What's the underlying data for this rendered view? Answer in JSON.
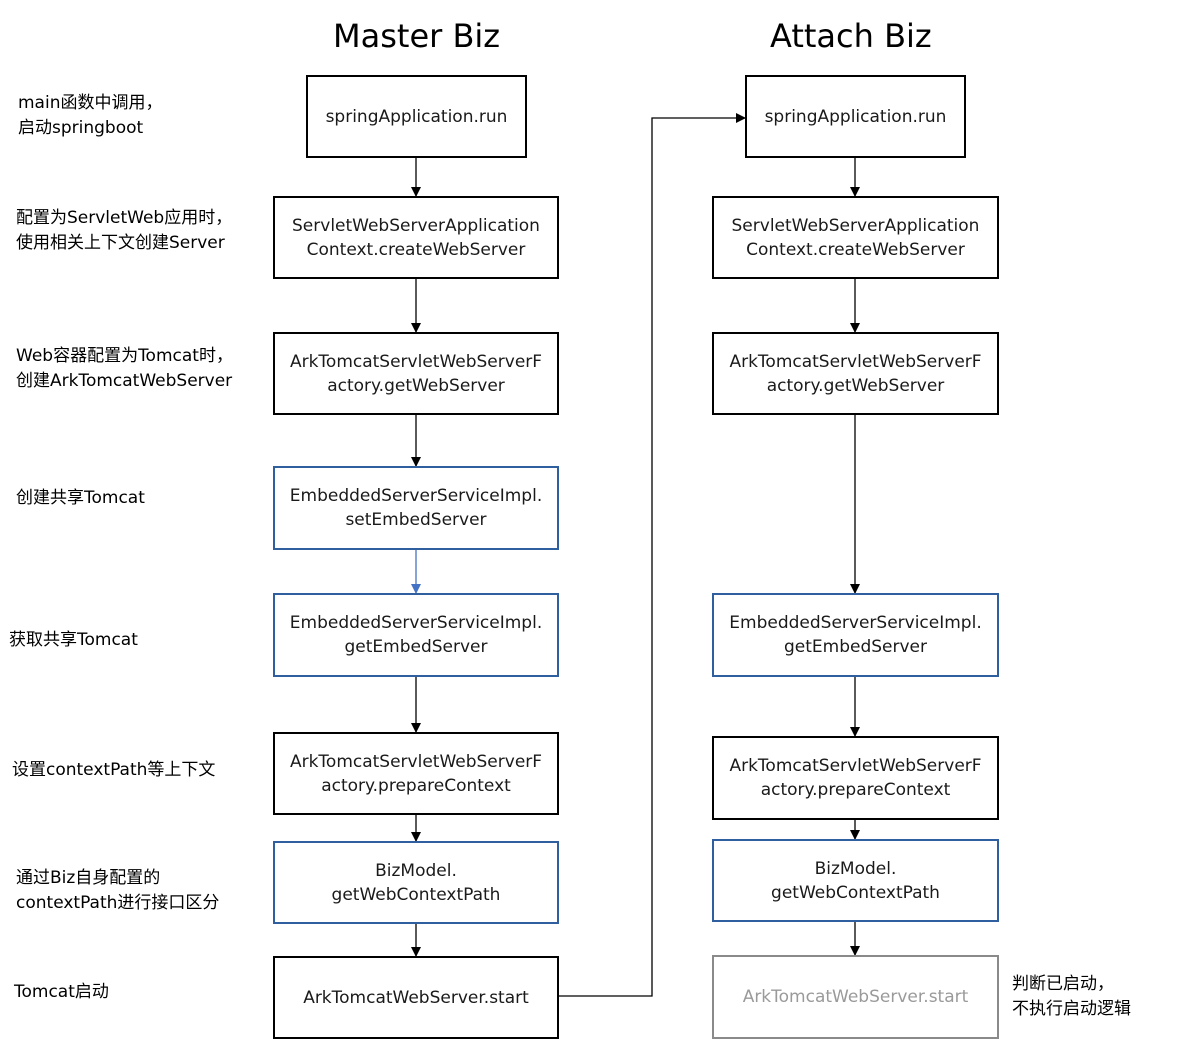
{
  "titles": {
    "master": "Master Biz",
    "attach": "Attach Biz"
  },
  "notes": [
    {
      "line1": "main函数中调用，",
      "line2": "启动springboot"
    },
    {
      "line1": "配置为ServletWeb应用时，",
      "line2": "使用相关上下文创建Server"
    },
    {
      "line1": "Web容器配置为Tomcat时，",
      "line2": "创建ArkTomcatWebServer"
    },
    {
      "line1": "创建共享Tomcat",
      "line2": ""
    },
    {
      "line1": "获取共享Tomcat",
      "line2": ""
    },
    {
      "line1": "设置contextPath等上下文",
      "line2": ""
    },
    {
      "line1": "通过Biz自身配置的",
      "line2": "contextPath进行接口区分"
    },
    {
      "line1": "Tomcat启动",
      "line2": ""
    }
  ],
  "master_steps": [
    {
      "line1": "springApplication.run",
      "line2": "",
      "style": "black"
    },
    {
      "line1": "ServletWebServerApplication",
      "line2": "Context.createWebServer",
      "style": "black"
    },
    {
      "line1": "ArkTomcatServletWebServerF",
      "line2": "actory.getWebServer",
      "style": "black"
    },
    {
      "line1": "EmbeddedServerServiceImpl.",
      "line2": "setEmbedServer",
      "style": "blue"
    },
    {
      "line1": "EmbeddedServerServiceImpl.",
      "line2": "getEmbedServer",
      "style": "blue"
    },
    {
      "line1": "ArkTomcatServletWebServerF",
      "line2": "actory.prepareContext",
      "style": "black"
    },
    {
      "line1": "BizModel.",
      "line2": "getWebContextPath",
      "style": "blue"
    },
    {
      "line1": "ArkTomcatWebServer.start",
      "line2": "",
      "style": "black"
    }
  ],
  "attach_steps": [
    {
      "line1": "springApplication.run",
      "line2": "",
      "style": "black"
    },
    {
      "line1": "ServletWebServerApplication",
      "line2": "Context.createWebServer",
      "style": "black"
    },
    {
      "line1": "ArkTomcatServletWebServerF",
      "line2": "actory.getWebServer",
      "style": "black"
    },
    {
      "line1": "EmbeddedServerServiceImpl.",
      "line2": "getEmbedServer",
      "style": "blue"
    },
    {
      "line1": "ArkTomcatServletWebServerF",
      "line2": "actory.prepareContext",
      "style": "black"
    },
    {
      "line1": "BizModel.",
      "line2": "getWebContextPath",
      "style": "blue"
    },
    {
      "line1": "ArkTomcatWebServer.start",
      "line2": "",
      "style": "gray"
    }
  ],
  "attach_note": {
    "line1": "判断已启动，",
    "line2": "不执行启动逻辑"
  },
  "colors": {
    "black_border": "#000000",
    "blue_border": "#2f5f9f",
    "gray_border": "#8a8a8a",
    "gray_text": "#9a9a9a"
  }
}
